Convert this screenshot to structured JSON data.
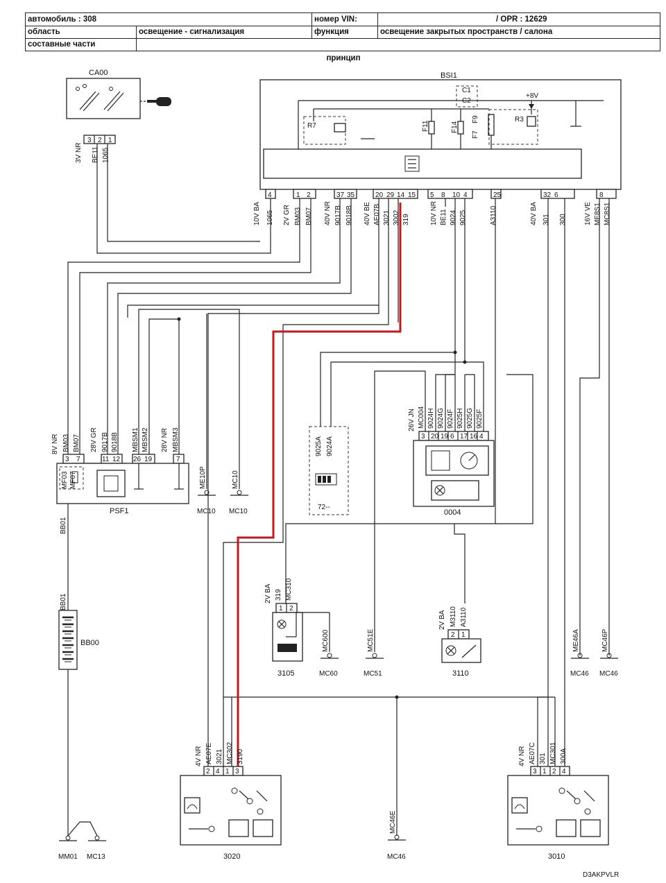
{
  "header": {
    "car_label": "автомобиль : 308",
    "vin_label": "номер VIN:",
    "opr": "/ OPR : 12629",
    "area_label": "область",
    "area_value": "освещение - сигнализация",
    "function_label": "функция",
    "function_value": "освещение закрытых пространств / салона",
    "parts_label": "составные части"
  },
  "diagram_title": "принцип",
  "components": {
    "ca00": "CA00",
    "bsi1": "BSI1",
    "psf1": "PSF1",
    "bb00": "BB00",
    "c0004": "0004",
    "c72": "72--",
    "c3105": "3105",
    "c3110": "3110",
    "c3020": "3020",
    "c3010": "3010"
  },
  "bsi_internal": {
    "c1": "C1",
    "c2": "C2",
    "r7": "R7",
    "r3": "R3",
    "f11": "F11",
    "f14": "F14",
    "f7": "F7",
    "f9": "F9",
    "v8": "+8V"
  },
  "connector_labels": {
    "ca00_conn": "3V NR",
    "ca00_wires": [
      "BE11",
      "1065"
    ],
    "bsi_c1": "10V BA",
    "bsi_c1_wire": "1065",
    "bsi_c2": "2V GR",
    "bsi_c2_wires": [
      "BM03",
      "BM07"
    ],
    "bsi_c3": "40V NR",
    "bsi_c3_wires": [
      "9017B",
      "9018B"
    ],
    "bsi_c4": "40V BE",
    "bsi_c4_wires": [
      "AE07B",
      "3021",
      "3002",
      "319"
    ],
    "bsi_c5": "10V NR",
    "bsi_c5_wires": [
      "BE11",
      "9024",
      "9025"
    ],
    "bsi_c6_wire": "A3110",
    "bsi_c7": "40V BA",
    "bsi_c7_wires": [
      "301",
      "300"
    ],
    "bsi_c8": "16V VE",
    "bsi_c8_wires": [
      "ME8S1",
      "MC8S1"
    ],
    "psf_c1": "8V NR",
    "psf_c1_wires": [
      "BM03",
      "BM07"
    ],
    "psf_c2": "28V GR",
    "psf_c2_wires": [
      "9017B",
      "9018B"
    ],
    "psf_c2_extra": [
      "MBSM1",
      "MBSM2"
    ],
    "psf_c3": "28V NR",
    "psf_c3_wire": "MBSM3",
    "psf_fuses": [
      "MF03",
      "MF07"
    ],
    "c0004_conn": "26V JN",
    "c0004_wires": [
      "MC004",
      "9024H",
      "9024G",
      "9024F",
      "9025H",
      "9025G",
      "9025F"
    ],
    "c72_wires": [
      "9025A",
      "9024A"
    ],
    "c3105_conn": "2V BA",
    "c3105_wires": [
      "319",
      "MC310"
    ],
    "c3110_conn": "2V BA",
    "c3110_wires": [
      "M3110",
      "A3110"
    ],
    "c3020_conn": "4V NR",
    "c3020_wires": [
      "AE07E",
      "3021",
      "MC302",
      "3190"
    ],
    "c3010_conn": "4V NR",
    "c3010_wires": [
      "AE07C",
      "301",
      "MC301",
      "300A"
    ],
    "bb_wire": "BB01"
  },
  "grounds": [
    "ME10P",
    "MC10",
    "MC10",
    "MC600",
    "MC60",
    "MC51E",
    "MC51",
    "ME46A",
    "MC46",
    "MC46P",
    "MC46",
    "MC46E",
    "MC46",
    "MM01",
    "MC13"
  ],
  "pins": {
    "ca00": [
      "3",
      "2",
      "1"
    ],
    "bsi": [
      "4",
      "1",
      "2",
      "37",
      "35",
      "20",
      "29",
      "14",
      "15",
      "5",
      "8",
      "10",
      "4",
      "25",
      "32",
      "6",
      "8"
    ],
    "psf1": [
      "3",
      "7",
      "11",
      "12",
      "26",
      "19",
      "7"
    ],
    "c0004": [
      "3",
      "20",
      "19",
      "6",
      "17",
      "16",
      "4"
    ],
    "c3105": [
      "1",
      "2"
    ],
    "c3110": [
      "2",
      "1"
    ],
    "c3020": [
      "2",
      "4",
      "1",
      "3"
    ],
    "c3010": [
      "3",
      "1",
      "2",
      "4"
    ]
  },
  "footer_code": "D3AKPVLR"
}
